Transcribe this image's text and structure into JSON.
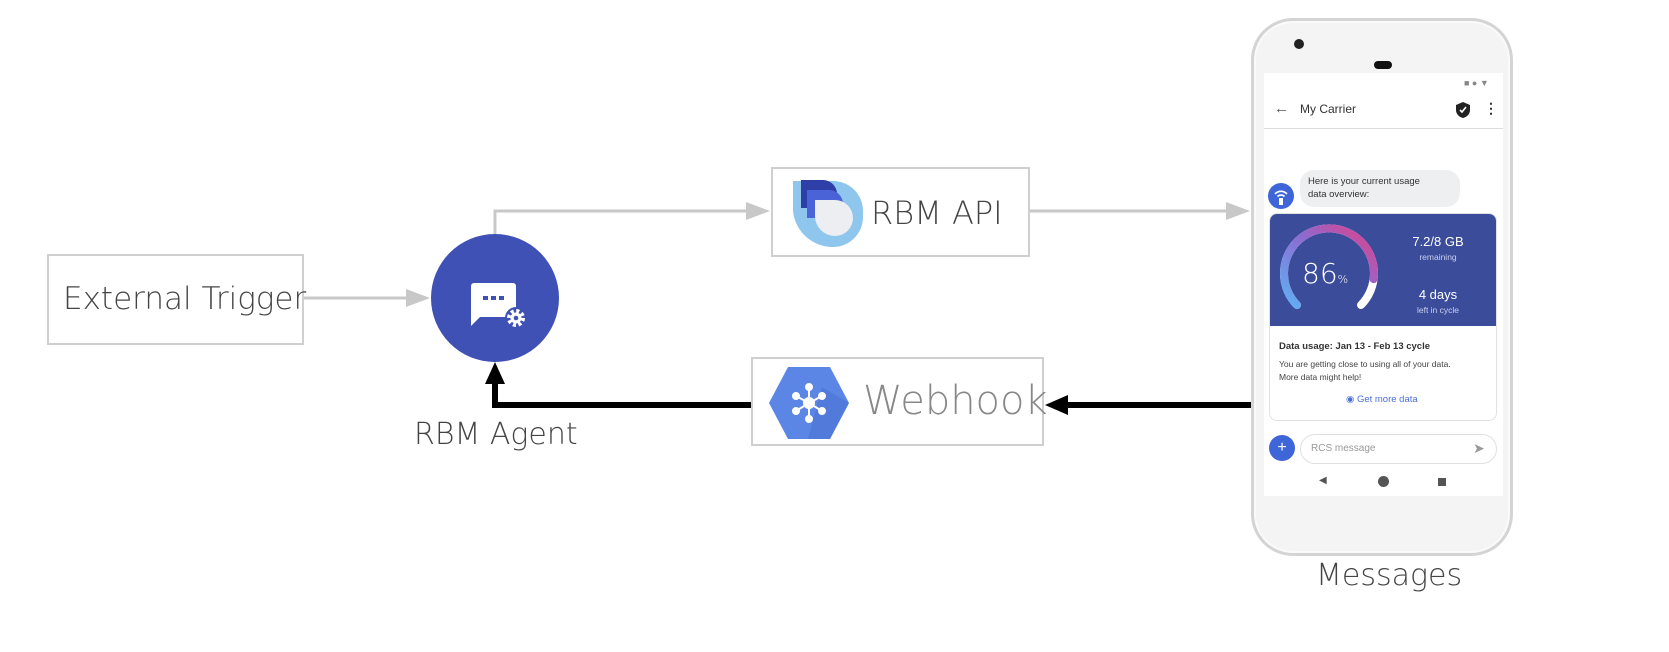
{
  "nodes": {
    "external_trigger": "External Trigger",
    "rbm_agent": "RBM Agent",
    "rbm_api": "RBM API",
    "webhook": "Webhook",
    "messages": "Messages"
  },
  "colors": {
    "agent": "#3f51b5",
    "gray_arrow": "#c8c8c8",
    "black_arrow": "#000000",
    "card": "#3b4c9b",
    "link": "#4a6fd8"
  },
  "phone": {
    "header_title": "My Carrier",
    "bubble_text_1": "Here is your current usage",
    "bubble_text_2": "data overview:",
    "gauge_percent": "86",
    "gauge_unit": "%",
    "gauge_value": 86,
    "data_remaining": "7.2/8 GB",
    "data_remaining_label": "remaining",
    "days_left": "4 days",
    "days_left_label": "left in cycle",
    "card_title": "Data usage: Jan 13 - Feb 13 cycle",
    "card_text_1": "You are getting close to using all of your data.",
    "card_text_2": "More data might help!",
    "card_action": "Get more data",
    "input_placeholder": "RCS message"
  }
}
